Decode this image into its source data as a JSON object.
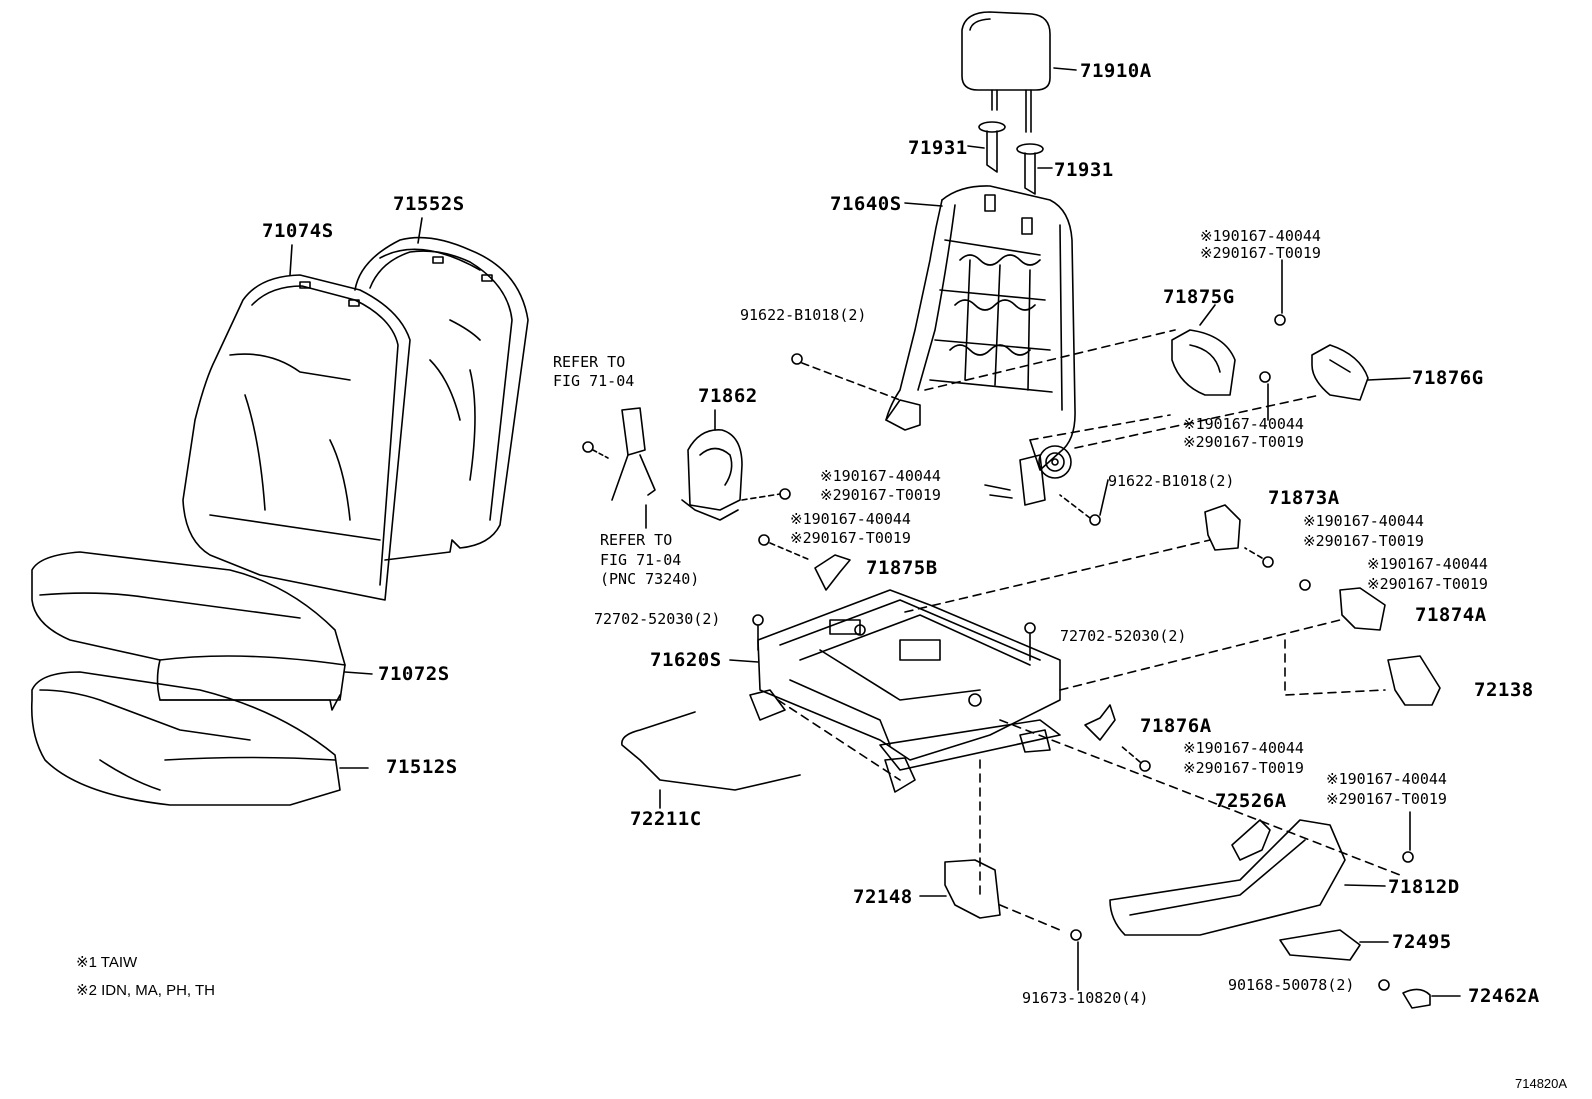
{
  "labels": {
    "p71910A": "71910A",
    "p71931a": "71931",
    "p71931b": "71931",
    "p71640S": "71640S",
    "p71552S": "71552S",
    "p71074S": "71074S",
    "p91622_top": "91622-B1018(2)",
    "p91622_mid": "91622-B1018(2)",
    "p71875G": "71875G",
    "p71876G": "71876G",
    "p71862": "71862",
    "p71873A": "71873A",
    "p71875B": "71875B",
    "p71874A": "71874A",
    "p72702_left": "72702-52030(2)",
    "p72702_right": "72702-52030(2)",
    "p71620S": "71620S",
    "p71072S": "71072S",
    "p72138": "72138",
    "p71876A": "71876A",
    "p71512S": "71512S",
    "p72211C": "72211C",
    "p72526A": "72526A",
    "p71812D": "71812D",
    "p72148": "72148",
    "p72495": "72495",
    "p90168": "90168-50078(2)",
    "p72462A": "72462A",
    "p91673": "91673-10820(4)"
  },
  "variants": [
    {
      "v1": "※190167-40044",
      "v2": "※290167-T0019"
    },
    {
      "v1": "※190167-40044",
      "v2": "※290167-T0019"
    },
    {
      "v1": "※190167-40044",
      "v2": "※290167-T0019"
    },
    {
      "v1": "※190167-40044",
      "v2": "※290167-T0019"
    },
    {
      "v1": "※190167-40044",
      "v2": "※290167-T0019"
    },
    {
      "v1": "※190167-40044",
      "v2": "※290167-T0019"
    },
    {
      "v1": "※190167-40044",
      "v2": "※290167-T0019"
    },
    {
      "v1": "※190167-40044",
      "v2": "※290167-T0019"
    }
  ],
  "refs": {
    "top": {
      "line1": "REFER TO",
      "line2": "FIG 71-04"
    },
    "bottom": {
      "line1": "REFER TO",
      "line2": "FIG 71-04",
      "line3": "(PNC 73240)"
    }
  },
  "notes": {
    "n1": "※1  TAIW",
    "n2": "※2  IDN, MA, PH, TH"
  },
  "diagram_code": "714820A"
}
